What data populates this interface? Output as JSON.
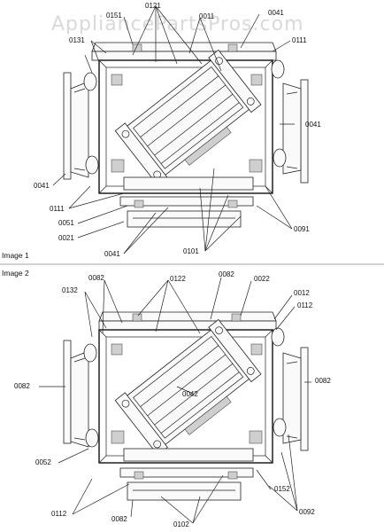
{
  "watermark": "AppliancePartsPros.com",
  "image1": {
    "title": "Image 1",
    "labels": [
      "0121",
      "0151",
      "0011",
      "0041",
      "0131",
      "0111",
      "0041",
      "0041",
      "0111",
      "0051",
      "0021",
      "0041",
      "0101",
      "0091"
    ]
  },
  "image2": {
    "title": "Image 2",
    "labels": [
      "0082",
      "0122",
      "0082",
      "0022",
      "0132",
      "0012",
      "0112",
      "0082",
      "0042",
      "0082",
      "0052",
      "0152",
      "0112",
      "0082",
      "0102",
      "0092"
    ]
  }
}
